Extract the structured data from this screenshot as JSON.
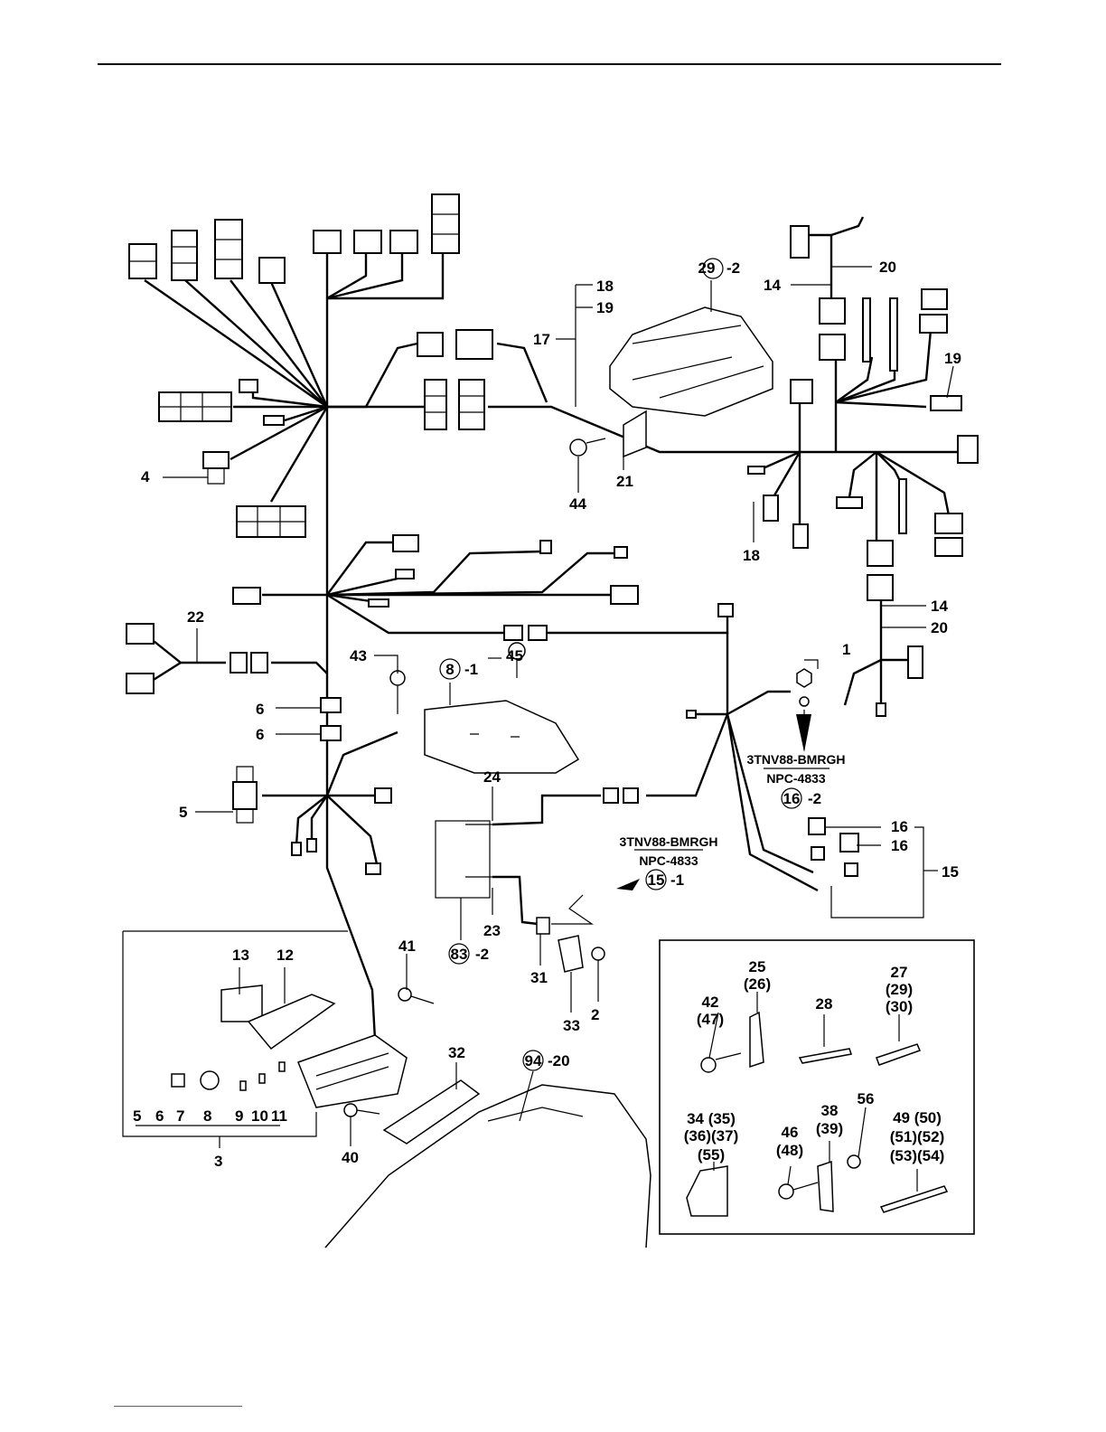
{
  "callouts": {
    "c1": "1",
    "c2": "2",
    "c3": "3",
    "c4": "4",
    "c5": "5",
    "c6a": "6",
    "c6b": "6",
    "c8_1": "8",
    "c8_1_suffix": "-1",
    "c12": "12",
    "c13": "13",
    "c14a": "14",
    "c14b": "14",
    "c15": "15",
    "c15_1": "15",
    "c15_1_suffix": "-1",
    "c16a": "16",
    "c16b": "16",
    "c16_2": "16",
    "c16_2_suffix": "-2",
    "c17": "17",
    "c18a": "18",
    "c18b": "18",
    "c19a": "19",
    "c19b": "19",
    "c20a": "20",
    "c20b": "20",
    "c21": "21",
    "c22": "22",
    "c23": "23",
    "c24": "24",
    "c29_2": "29",
    "c29_2_suffix": "-2",
    "c31": "31",
    "c32": "32",
    "c33": "33",
    "c40": "40",
    "c41": "41",
    "c43": "43",
    "c44": "44",
    "c45": "45",
    "c83_2": "83",
    "c83_2_suffix": "-2",
    "c94_20": "94",
    "c94_20_suffix": "-20"
  },
  "subkit_labels": {
    "k5": "5",
    "k6": "6",
    "k7": "7",
    "k8": "8",
    "k9": "9",
    "k10": "10",
    "k11": "11",
    "k13": "13",
    "k12": "12"
  },
  "engine_refs": {
    "upper_model": "3TNV88-BMRGH",
    "upper_code": "NPC-4833",
    "lower_model": "3TNV88-BMRGH",
    "lower_code": "NPC-4833"
  },
  "inset_labels": {
    "i25": "25",
    "i26": "(26)",
    "i27": "27",
    "i29": "(29)",
    "i30": "(30)",
    "i28": "28",
    "i42": "42",
    "i47": "(47)",
    "i34": "34 (35)",
    "i36": "(36)(37)",
    "i55": "(55)",
    "i38": "38",
    "i39": "(39)",
    "i46": "46",
    "i48": "(48)",
    "i56": "56",
    "i49": "49 (50)",
    "i51": "(51)(52)",
    "i53": "(53)(54)"
  },
  "colors": {
    "line": "#000000",
    "link_rule": "#3b5bd6"
  }
}
